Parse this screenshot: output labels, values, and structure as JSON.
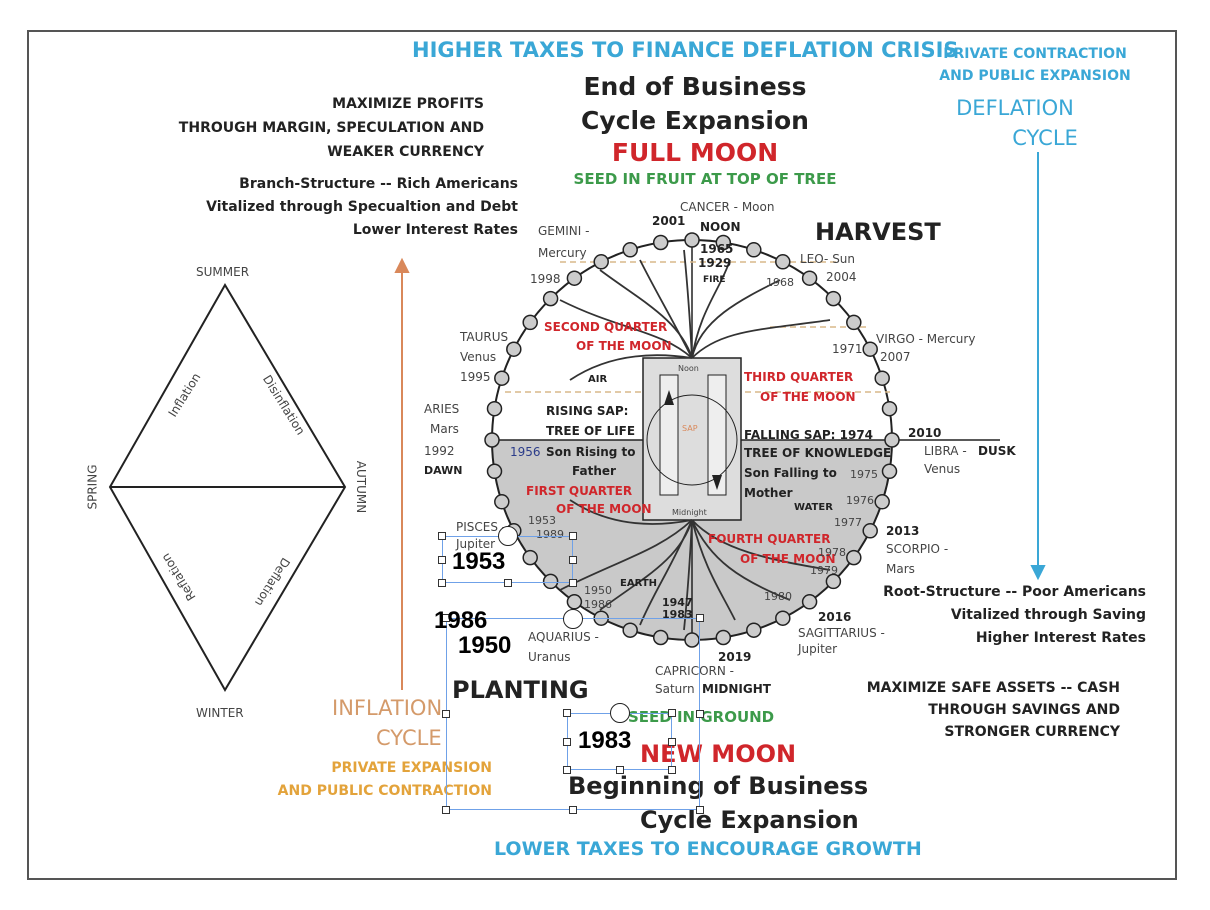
{
  "top": {
    "taxes_high": "HIGHER TAXES TO FINANCE DEFLATION CRISIS",
    "end_line1": "End of Business",
    "end_line2": "Cycle Expansion",
    "full_moon": "FULL MOON",
    "seed_fruit": "SEED IN FRUIT AT TOP OF TREE"
  },
  "top_right": {
    "private_contraction_1": "PRIVATE CONTRACTION",
    "private_contraction_2": "AND PUBLIC EXPANSION",
    "deflation_1": "DEFLATION",
    "deflation_2": "CYCLE"
  },
  "top_left": {
    "maximize_1": "MAXIMIZE PROFITS",
    "maximize_2": "THROUGH MARGIN, SPECULATION AND",
    "maximize_3": "WEAKER CURRENCY",
    "branch_1": "Branch-Structure -- Rich  Americans",
    "branch_2": "Vitalized through Specualtion and Debt",
    "branch_3": "Lower Interest Rates"
  },
  "diamond": {
    "summer": "SUMMER",
    "winter": "WINTER",
    "spring": "SPRING",
    "autumn": "AUTUMN",
    "inflation": "Inflation",
    "disinflation": "Disinflation",
    "reflation": "Reflation",
    "deflation": "Deflation"
  },
  "left_bottom": {
    "inflation_1": "INFLATION",
    "inflation_2": "CYCLE",
    "private_expansion_1": "PRIVATE EXPANSION",
    "private_expansion_2": "AND PUBLIC CONTRACTION"
  },
  "circle": {
    "harvest": "HARVEST",
    "planting": "PLANTING",
    "cancer": "CANCER - Moon",
    "noon": "NOON",
    "y2001": "2001",
    "y1965": "1965",
    "y1929": "1929",
    "fire": "FIRE",
    "gemini_1": "GEMINI -",
    "gemini_2": "Mercury",
    "y1998": "1998",
    "leo_1": "LEO- Sun",
    "leo_2": "2004",
    "y1968": "1968",
    "taurus_1": "TAURUS",
    "taurus_2": "Venus",
    "y1995": "1995",
    "virgo_1": "VIRGO - Mercury",
    "virgo_2": "2007",
    "y1971": "1971",
    "second_q_1": "SECOND QUARTER",
    "second_q_2": "OF THE MOON",
    "third_q_1": "THIRD QUARTER",
    "third_q_2": "OF THE MOON",
    "air": "AIR",
    "aries_1": "ARIES",
    "aries_2": "Mars",
    "y1992": "1992",
    "dawn": "DAWN",
    "rising_1": "RISING SAP:",
    "rising_2": "TREE OF LIFE",
    "son_rising_1": "Son Rising to",
    "son_rising_2": "Father",
    "y1956": "1956",
    "falling_1": "FALLING SAP: 1974",
    "falling_2": "TREE OF KNOWLEDGE",
    "son_falling_1": "Son Falling to",
    "son_falling_2": "Mother",
    "y2010": "2010",
    "libra_1": "LIBRA -",
    "dusk": "DUSK",
    "libra_2": "Venus",
    "y1975": "1975",
    "y1976": "1976",
    "noon_box": "Noon",
    "midnight_box": "Midnight",
    "sap": "SAP",
    "first_q_1": "FIRST QUARTER",
    "first_q_2": "OF THE MOON",
    "fourth_q_1": "FOURTH QUARTER",
    "fourth_q_2": "OF THE MOON",
    "water": "WATER",
    "y1977": "1977",
    "y1978": "1978",
    "y1979": "1979",
    "y2013": "2013",
    "scorpio_1": "SCORPIO -",
    "scorpio_2": "Mars",
    "pisces_1": "PISCES -",
    "pisces_2": "Jupiter",
    "y1953s": "1953",
    "y1989": "1989",
    "earth": "EARTH",
    "y1950s": "1950",
    "y1986s": "1986",
    "y1947": "1947",
    "y1983s": "1983",
    "y1980": "1980",
    "y2016": "2016",
    "sagittarius_1": "SAGITTARIUS -",
    "sagittarius_2": "Jupiter",
    "aquarius_1": "AQUARIUS -",
    "aquarius_2": "Uranus",
    "y2019": "2019",
    "capricorn_1": "CAPRICORN -",
    "capricorn_2": "Saturn",
    "midnight": "MIDNIGHT"
  },
  "right_bottom": {
    "root_1": "Root-Structure -- Poor Americans",
    "root_2": "Vitalized through Saving",
    "root_3": "Higher Interest Rates",
    "max_safe_1": "MAXIMIZE  SAFE ASSETS -- CASH",
    "max_safe_2": "THROUGH SAVINGS AND",
    "max_safe_3": "STRONGER CURRENCY"
  },
  "bottom": {
    "seed_ground": "SEED IN GROUND",
    "new_moon": "NEW MOON",
    "begin_1": "Beginning of Business",
    "begin_2": "Cycle Expansion",
    "taxes_low": "LOWER TAXES TO ENCOURAGE GROWTH"
  },
  "annotations": {
    "label_1953": "1953",
    "label_1986": "1986",
    "label_1950": "1950",
    "label_1983": "1983"
  },
  "colors": {
    "blue": "#3aa7d6",
    "red": "#d0262b",
    "green": "#3c9a4a",
    "orange": "#e3a33b",
    "selection": "#6fa1e8"
  }
}
